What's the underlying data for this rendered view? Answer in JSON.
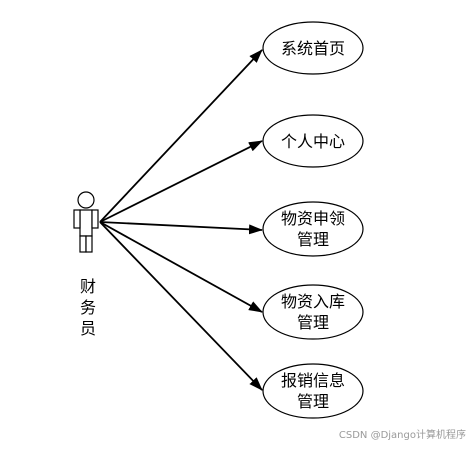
{
  "actor": {
    "label_lines": [
      "财",
      "务",
      "员"
    ]
  },
  "use_cases": [
    {
      "id": "system-home",
      "label_lines": [
        "系统首页"
      ]
    },
    {
      "id": "personal-center",
      "label_lines": [
        "个人中心"
      ]
    },
    {
      "id": "material-requisition",
      "label_lines": [
        "物资申领",
        "管理"
      ]
    },
    {
      "id": "material-warehousing",
      "label_lines": [
        "物资入库",
        "管理"
      ]
    },
    {
      "id": "reimbursement-info",
      "label_lines": [
        "报销信息",
        "管理"
      ]
    }
  ],
  "watermark": "CSDN @Django计算机程序",
  "colors": {
    "stroke": "#000000",
    "background": "#ffffff",
    "watermark": "#9a9a9a"
  }
}
